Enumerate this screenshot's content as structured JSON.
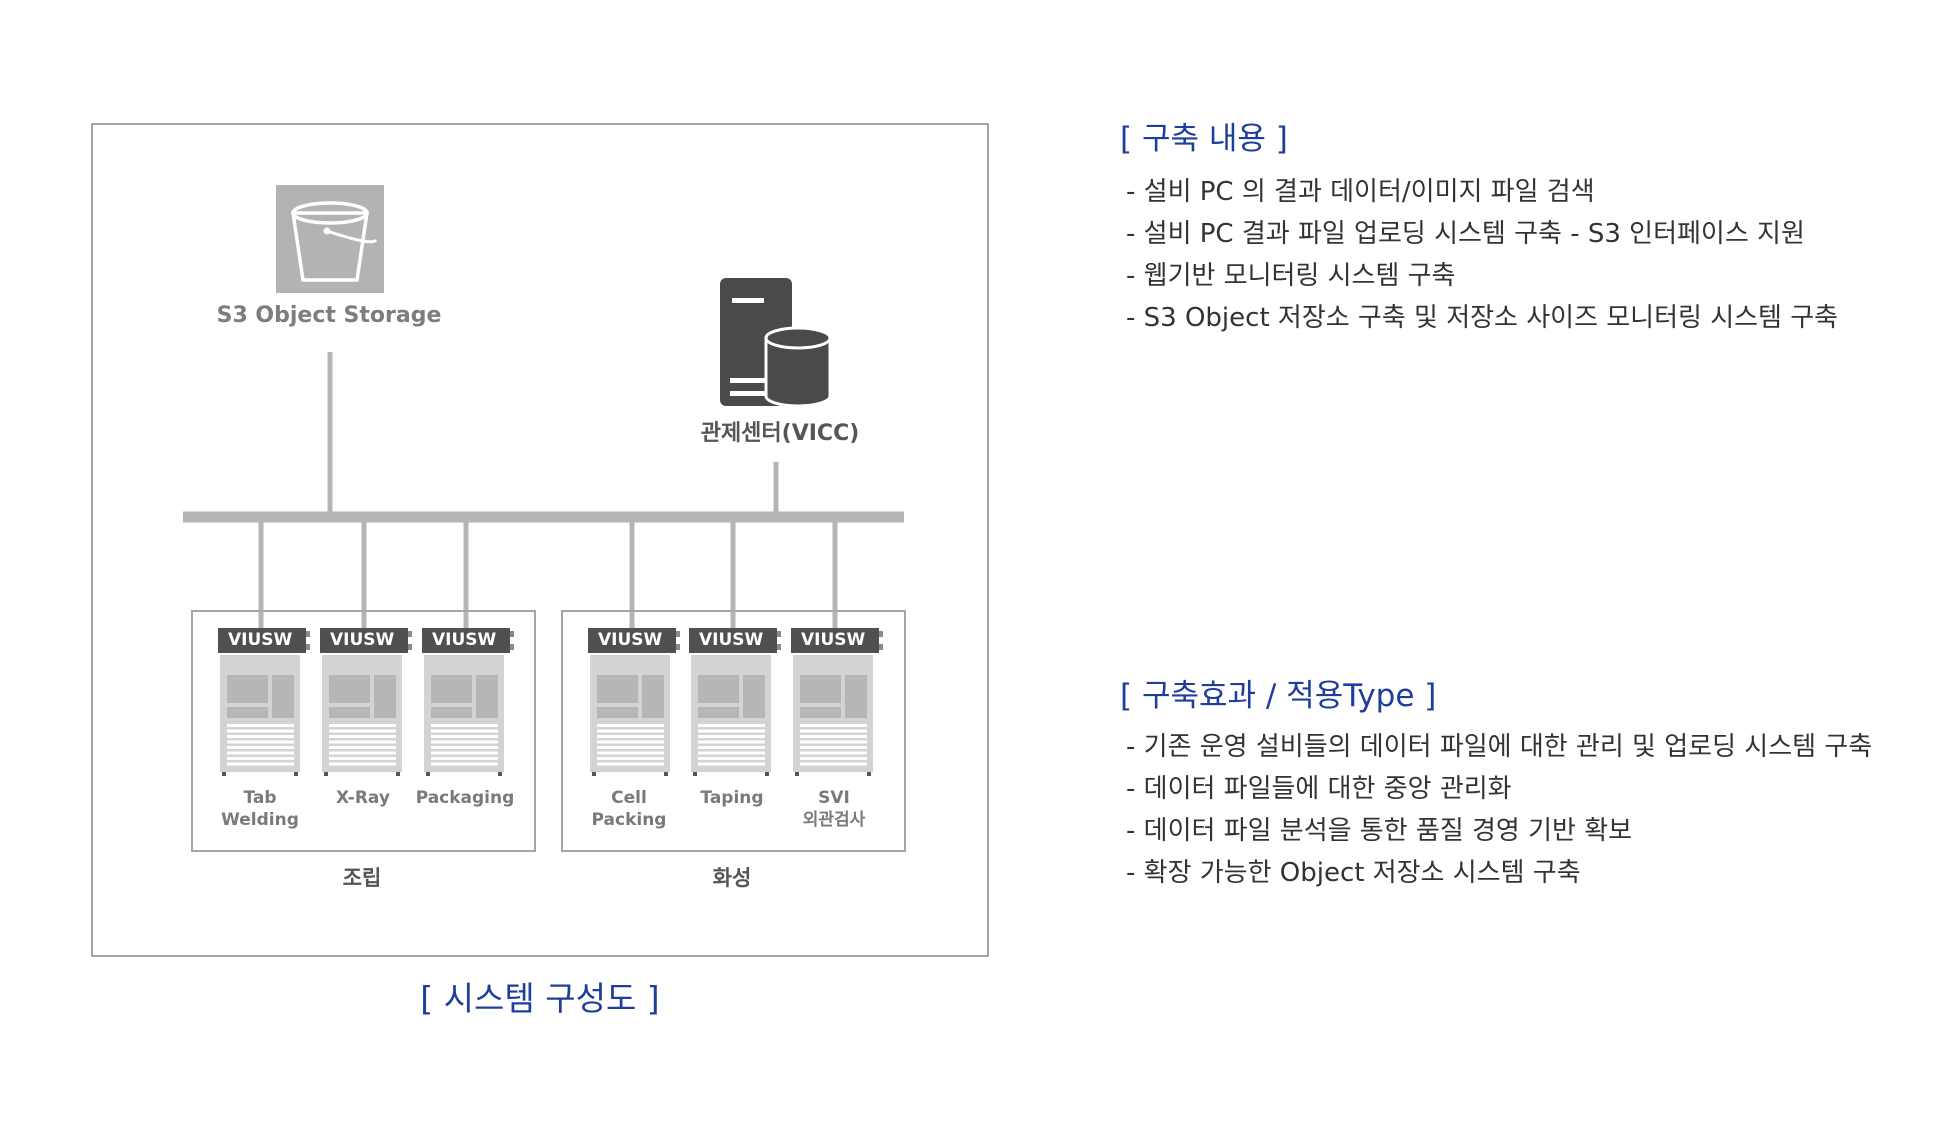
{
  "diagram": {
    "storage_label": "S3 Object Storage",
    "control_center_label": "관제센터(VICC)",
    "switch_label": "VIUSW",
    "groups": [
      {
        "name": "조립",
        "devices": [
          {
            "line1": "Tab",
            "line2": "Welding"
          },
          {
            "line1": "X-Ray",
            "line2": ""
          },
          {
            "line1": "Packaging",
            "line2": ""
          }
        ]
      },
      {
        "name": "화성",
        "devices": [
          {
            "line1": "Cell",
            "line2": "Packing"
          },
          {
            "line1": "Taping",
            "line2": ""
          },
          {
            "line1": "SVI",
            "line2": "외관검사"
          }
        ]
      }
    ],
    "caption": "[ 시스템 구성도 ]"
  },
  "build_section": {
    "title": "[ 구축 내용 ]",
    "items": [
      "- 설비 PC 의 결과 데이터/이미지 파일 검색",
      "- 설비 PC 결과 파일 업로딩 시스템 구축  -  S3 인터페이스 지원",
      "- 웹기반 모니터링 시스템 구축",
      "- S3 Object 저장소 구축 및 저장소 사이즈 모니터링 시스템 구축"
    ]
  },
  "effect_section": {
    "title": "[ 구축효과 / 적용Type ]",
    "items": [
      "- 기존 운영 설비들의 데이터 파일에 대한 관리 및 업로딩 시스템 구축",
      "- 데이터 파일들에 대한 중앙 관리화",
      "- 데이터 파일 분석을 통한 품질 경영 기반 확보",
      "- 확장 가능한 Object 저장소 시스템 구축"
    ]
  },
  "colors": {
    "accent": "#1f3e9c",
    "frame": "#a6a6a6",
    "network": "#b5b5b5",
    "storage_icon_bg": "#b3b3b3",
    "server_icon": "#4a4a4a",
    "switch_bg": "#505050"
  }
}
